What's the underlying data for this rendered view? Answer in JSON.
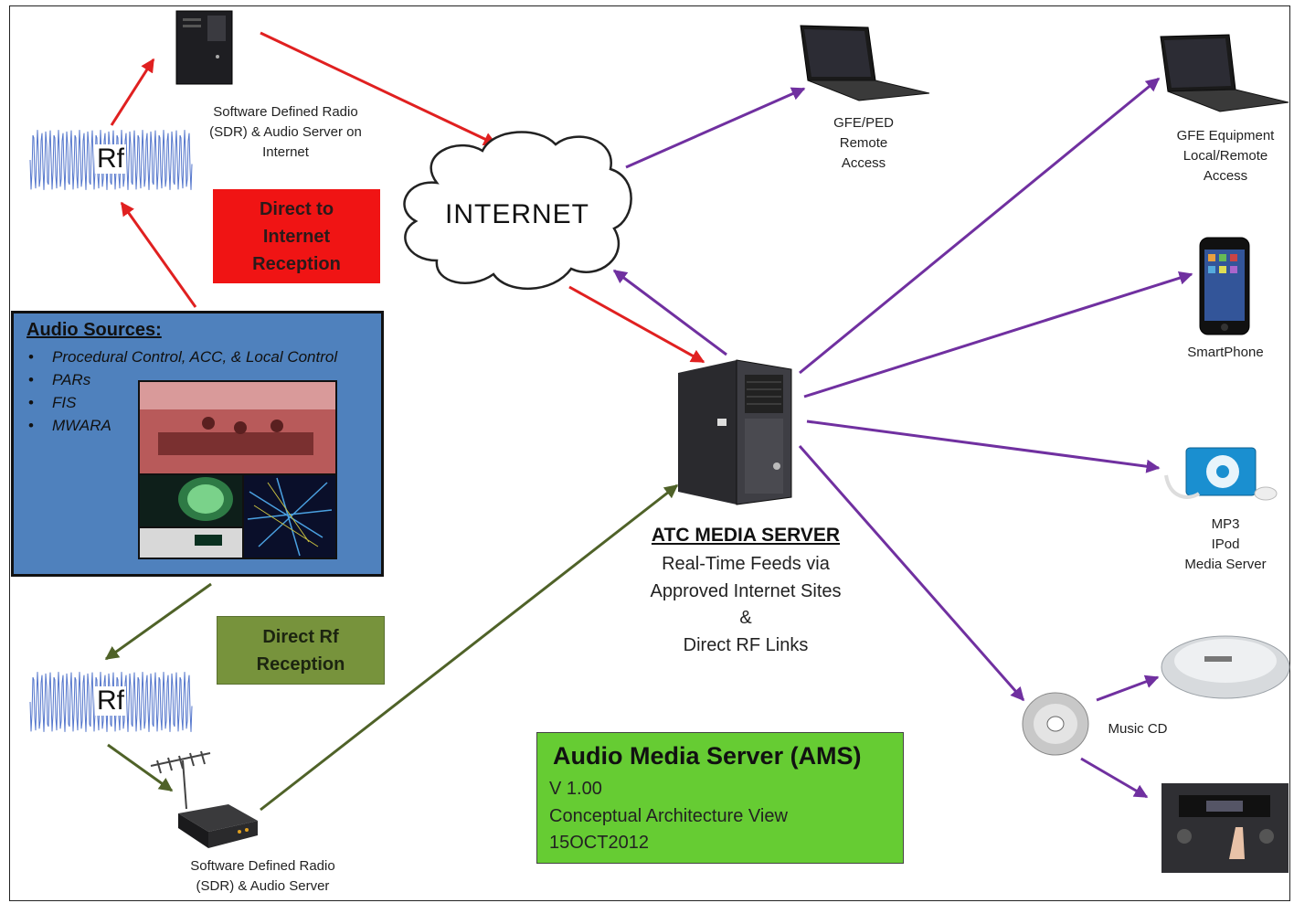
{
  "rf_labels": {
    "top": "Rf",
    "bottom": "Rf"
  },
  "sdr_top": {
    "line1": "Software Defined Radio",
    "line2": "(SDR) & Audio Server on",
    "line3": "Internet"
  },
  "sdr_bottom": {
    "line1": "Software Defined Radio",
    "line2": "(SDR) & Audio Server"
  },
  "direct_internet_box": {
    "line1": "Direct to",
    "line2": "Internet",
    "line3": "Reception"
  },
  "direct_rf_box": {
    "line1": "Direct Rf",
    "line2": "Reception"
  },
  "internet": {
    "label": "INTERNET"
  },
  "audio_sources": {
    "title": "Audio Sources:",
    "items": [
      "Procedural  Control, ACC, & Local  Control",
      "PARs",
      "FIS",
      "MWARA"
    ]
  },
  "atc_server": {
    "title": "ATC MEDIA SERVER",
    "lines": [
      "Real-Time Feeds via",
      "Approved Internet Sites",
      "&",
      "Direct RF Links"
    ]
  },
  "ams_box": {
    "title": "Audio Media Server (AMS)",
    "version": "V 1.00",
    "subtitle": "Conceptual Architecture View",
    "date": "15OCT2012"
  },
  "devices": {
    "gfe_ped": {
      "line1": "GFE/PED",
      "line2": "Remote",
      "line3": "Access"
    },
    "gfe_equipment": {
      "line1": "GFE Equipment",
      "line2": "Local/Remote",
      "line3": "Access"
    },
    "smartphone": {
      "label": "SmartPhone"
    },
    "mp3": {
      "line1": "MP3",
      "line2": "IPod",
      "line3": "Media Server"
    },
    "music_cd": {
      "label": "Music CD"
    }
  },
  "colors": {
    "red_arrow": "#e02020",
    "purple_arrow": "#7030a0",
    "green_arrow": "#4f6228",
    "audio_box": "#4f81bd",
    "red_box": "#f01414",
    "green_box": "#77933c",
    "ams_box": "#66cc33"
  }
}
